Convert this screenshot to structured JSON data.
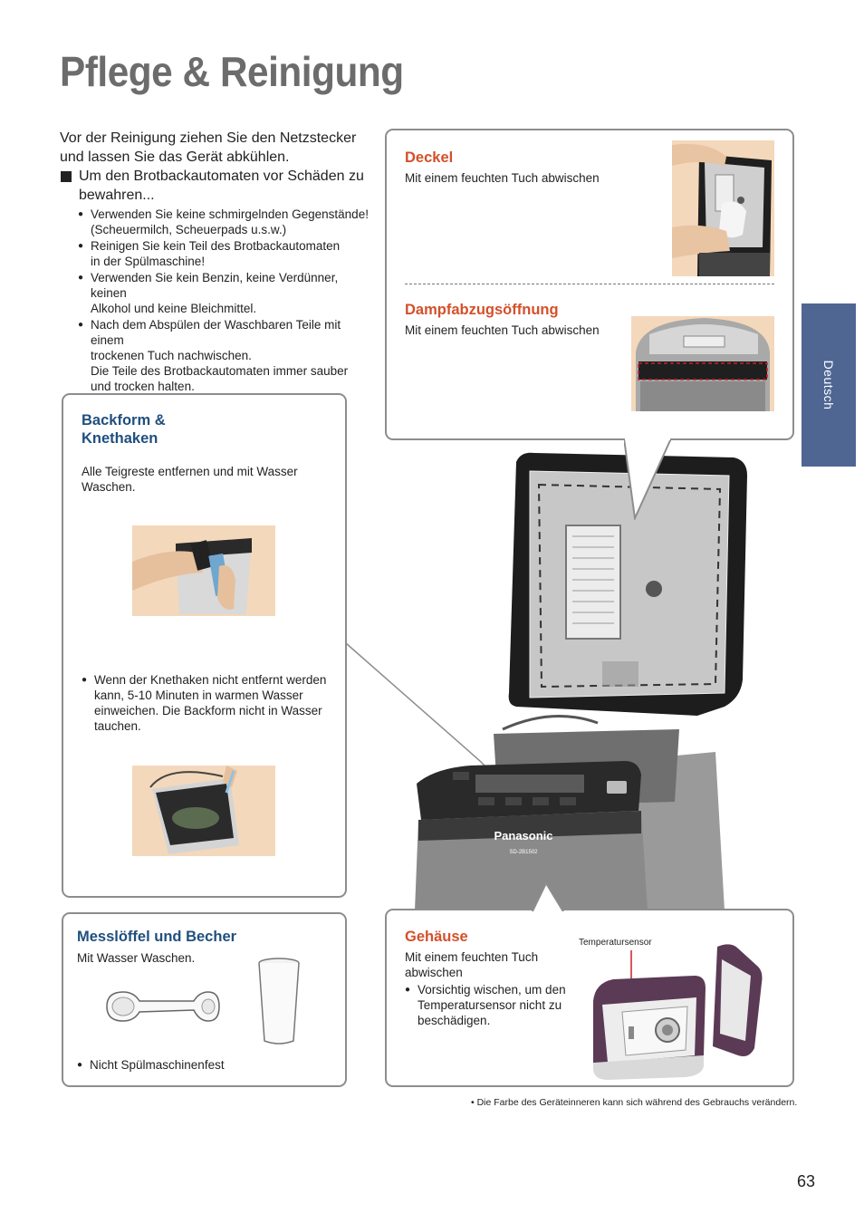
{
  "page": {
    "title": "Pflege & Reinigung",
    "page_number": "63",
    "side_tab": "Deutsch",
    "footnote": "• Die Farbe des Geräteinneren kann sich während des Gebrauchs verändern."
  },
  "intro": {
    "lead": "Vor der Reinigung ziehen Sie den Netzstecker und lassen Sie das Gerät abkühlen.",
    "square_item": "Um den Brotbackautomaten vor Schäden zu bewahren...",
    "bullets": [
      {
        "line1": "Verwenden Sie keine schmirgelnden Gegenstände!",
        "line2": "(Scheuermilch, Scheuerpads u.s.w.)"
      },
      {
        "line1": "Reinigen Sie kein Teil des Brotbackautomaten",
        "line2": "in der Spülmaschine!"
      },
      {
        "line1": "Verwenden Sie kein Benzin, keine Verdünner, keinen",
        "line2": "Alkohol und keine Bleichmittel."
      },
      {
        "line1": "Nach dem Abspülen der Waschbaren Teile mit einem",
        "line2": "trockenen Tuch nachwischen.",
        "line3": "Die Teile des Brotbackautomaten immer sauber",
        "line4": "und trocken halten."
      }
    ]
  },
  "backform": {
    "heading_line1": "Backform &",
    "heading_line2": "Knethaken",
    "text_line1": "Alle Teigreste entfernen und mit Wasser",
    "text_line2": "Waschen.",
    "bullet_line1": "Wenn der Knethaken nicht entfernt werden",
    "bullet_line2": "kann, 5-10 Minuten in warmen Wasser",
    "bullet_line3": "einweichen. Die Backform nicht in Wasser",
    "bullet_line4": "tauchen."
  },
  "deckel": {
    "heading": "Deckel",
    "text": "Mit einem feuchten Tuch abwischen"
  },
  "dampf": {
    "heading": "Dampfabzugsöffnung",
    "text": "Mit einem feuchten Tuch abwischen"
  },
  "messloeffel": {
    "heading": "Messlöffel und Becher",
    "text": "Mit Wasser Waschen.",
    "bullet": "Nicht Spülmaschinenfest"
  },
  "gehaeuse": {
    "heading": "Gehäuse",
    "text_line1": "Mit einem feuchten Tuch",
    "text_line2": "abwischen",
    "bullet_line1": "Vorsichtig wischen, um den",
    "bullet_line2": "Temperatursensor nicht zu",
    "bullet_line3": "beschädigen.",
    "sensor_label": "Temperatursensor"
  },
  "machine": {
    "brand": "Panasonic",
    "model": "SD-2B1502"
  },
  "colors": {
    "title": "#6c6c6c",
    "blue_heading": "#1f4f7f",
    "red_heading": "#d3502a",
    "side_tab": "#4f6693",
    "photo_bg": "#f4d8bb"
  }
}
